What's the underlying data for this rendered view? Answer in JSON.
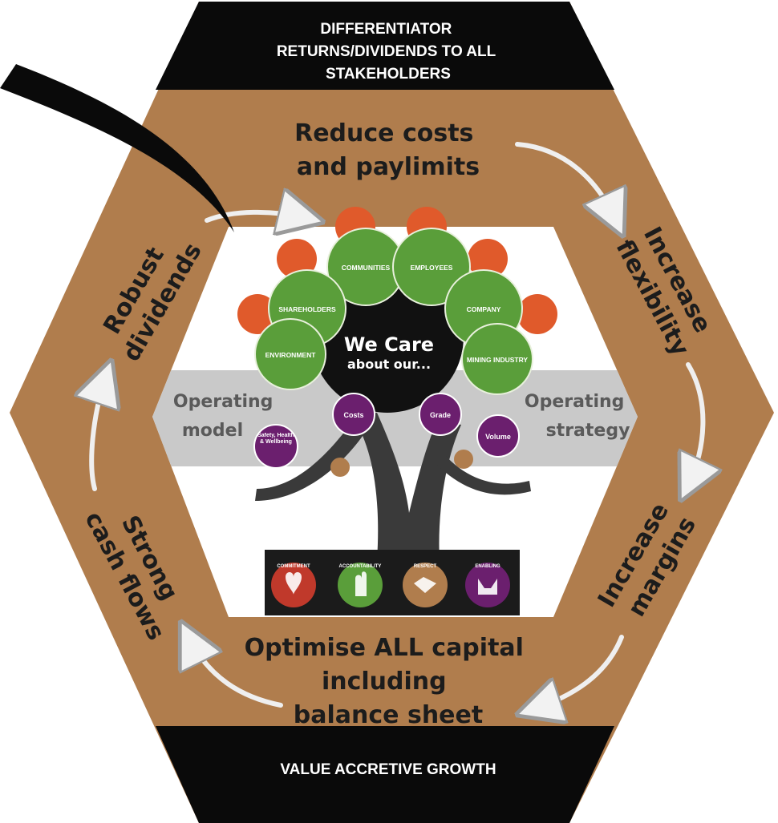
{
  "top_banner": [
    "DIFFERENTIATOR",
    "RETURNS/DIVIDENDS TO ALL",
    "STAKEHOLDERS"
  ],
  "bottom_banner": "VALUE ACCRETIVE GROWTH",
  "cycle": {
    "reduce_costs": [
      "Reduce costs",
      "and paylimits"
    ],
    "increase_flexibility": [
      "Increase",
      "flexibility"
    ],
    "increase_margins": [
      "Increase",
      "margins"
    ],
    "optimise_capital": [
      "Optimise ALL capital",
      "including",
      "balance sheet"
    ],
    "strong_cash_flows": [
      "Strong",
      "cash flows"
    ],
    "robust_dividends": [
      "Robust",
      "dividends"
    ]
  },
  "band": {
    "left": [
      "Operating",
      "model"
    ],
    "right": [
      "Operating",
      "strategy"
    ]
  },
  "tree": {
    "center_title": "We Care",
    "center_subtitle": "about our...",
    "green_circles": [
      "COMMUNITIES",
      "EMPLOYEES",
      "SHAREHOLDERS",
      "COMPANY",
      "ENVIRONMENT",
      "MINING INDUSTRY"
    ],
    "purple_circles": [
      "Costs",
      "Grade",
      "Volume",
      "Safety, Health & Wellbeing"
    ],
    "values": [
      "COMMITMENT",
      "ACCOUNTABILITY",
      "RESPECT",
      "ENABLING"
    ]
  },
  "colors": {
    "hexagon": "#b07d4d",
    "banner": "#0a0a0a",
    "green": "#5a9e3a",
    "purple": "#6b1f6e",
    "orange": "#e05a2b",
    "band": "#c9c9c9"
  }
}
